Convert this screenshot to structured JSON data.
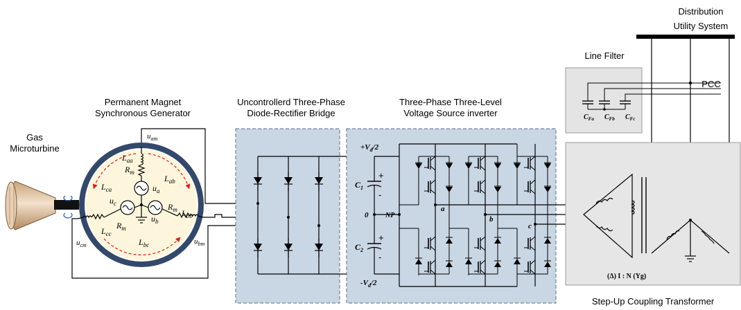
{
  "labels": {
    "gas_turbine_line1": "Gas",
    "gas_turbine_line2": "Microturbine",
    "pmsg_line1": "Permanent Magnet",
    "pmsg_line2": "Synchronous Generator",
    "rectifier_line1": "Uncontrollerd Three-Phase",
    "rectifier_line2": "Diode-Rectifier Bridge",
    "inverter_line1": "Three-Phase Three-Level",
    "inverter_line2": "Voltage Source inverter",
    "line_filter": "Line Filter",
    "utility_line1": "Distribution",
    "utility_line2": "Utility System",
    "pcc": "PCC",
    "transformer": "Step-Up Coupling Transformer",
    "transformer_ratio": "(Δ) I : N (Yg)"
  },
  "symbols": {
    "uam": "u",
    "uam_sub": "am",
    "ubm": "u",
    "ubm_sub": "bm",
    "ucm": "u",
    "ucm_sub": "cm",
    "ua": "u",
    "ua_sub": "a",
    "ub": "u",
    "ub_sub": "b",
    "uc": "u",
    "uc_sub": "c",
    "laa": "L",
    "laa_sub": "aa",
    "lbb": "L",
    "lbb_sub": "bb",
    "lcc": "L",
    "lcc_sub": "cc",
    "lab": "L",
    "lab_sub": "ab",
    "lbc": "L",
    "lbc_sub": "bc",
    "lca": "L",
    "lca_sub": "ca",
    "rm": "R",
    "rm_sub": "m",
    "c1": "C",
    "c1_sub": "1",
    "c2": "C",
    "c2_sub": "2",
    "vd_pos": "+V",
    "vd_pos_sub": "d",
    "vd_pos_tail": "/2",
    "vd_neg": "-V",
    "vd_neg_sub": "d",
    "vd_neg_tail": "/2",
    "zero": "0",
    "np": "NP",
    "phase_a": "a",
    "phase_b": "b",
    "phase_c": "c",
    "cfa": "C",
    "cfa_sub": "Fa",
    "cfb": "C",
    "cfb_sub": "Fb",
    "cfc": "C",
    "cfc_sub": "Fc",
    "plus": "+",
    "minus": "-"
  },
  "colors": {
    "converter_box": "#c9d6e4",
    "converter_border": "#5a6e86",
    "filter_box": "#e4e4e4",
    "transformer_box": "#e6e6e6",
    "stator_ring": "#34486a",
    "rotor_fill": "#fdf6dc",
    "flux_arrows": "#d42020"
  }
}
